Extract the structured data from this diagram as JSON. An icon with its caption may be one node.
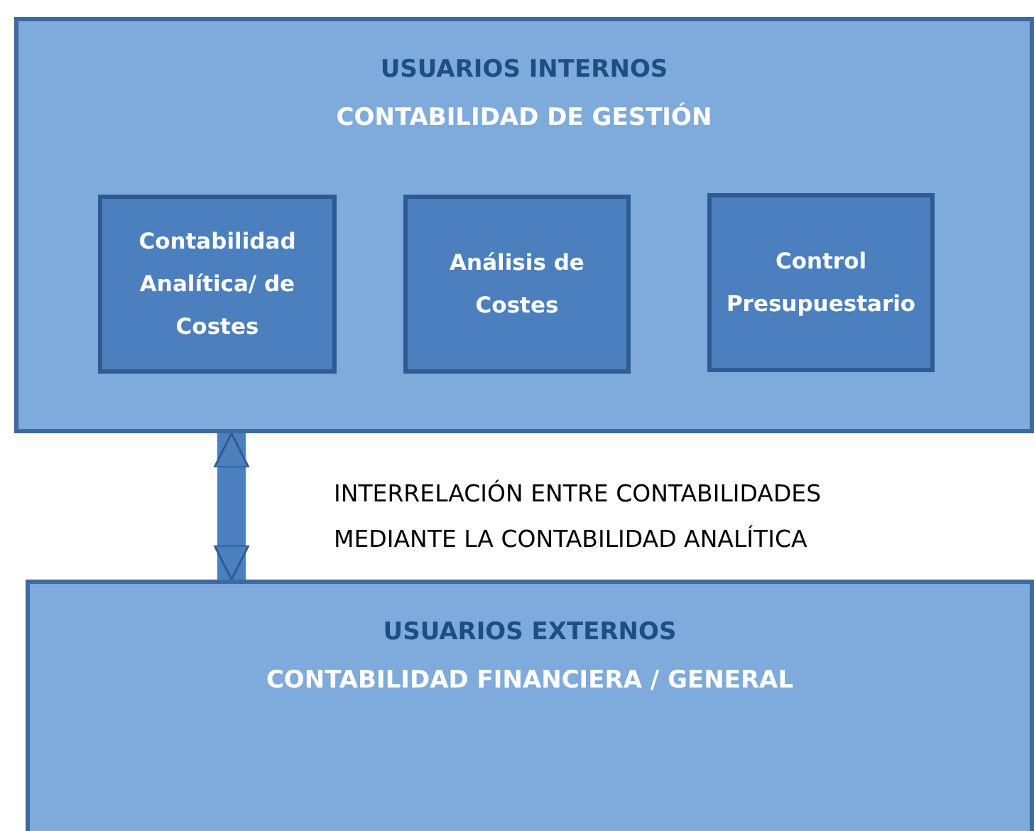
{
  "diagram": {
    "nodes": [
      {
        "text": [
          "USUARIOS INTERNOS",
          "CONTABILIDAD DE GESTIÓN"
        ]
      },
      {
        "text": [
          "Contabilidad Analítica/ de Costes"
        ],
        "in": 0
      },
      {
        "text": [
          "Análisis de Costes"
        ],
        "in": 0
      },
      {
        "text": [
          "Control Presupuestario"
        ],
        "in": 0
      },
      {
        "text": [
          "USUARIOS EXTERNOS",
          "CONTABILIDAD FINANCIERA / GENERAL"
        ]
      }
    ],
    "edges": [
      {
        "from": 0,
        "to": 4,
        "arrow": "both"
      }
    ],
    "labels": [
      "INTERRELACIÓN ENTRE CONTABILIDADES MEDIANTE LA CONTABILIDAD ANALÍTICA"
    ]
  }
}
